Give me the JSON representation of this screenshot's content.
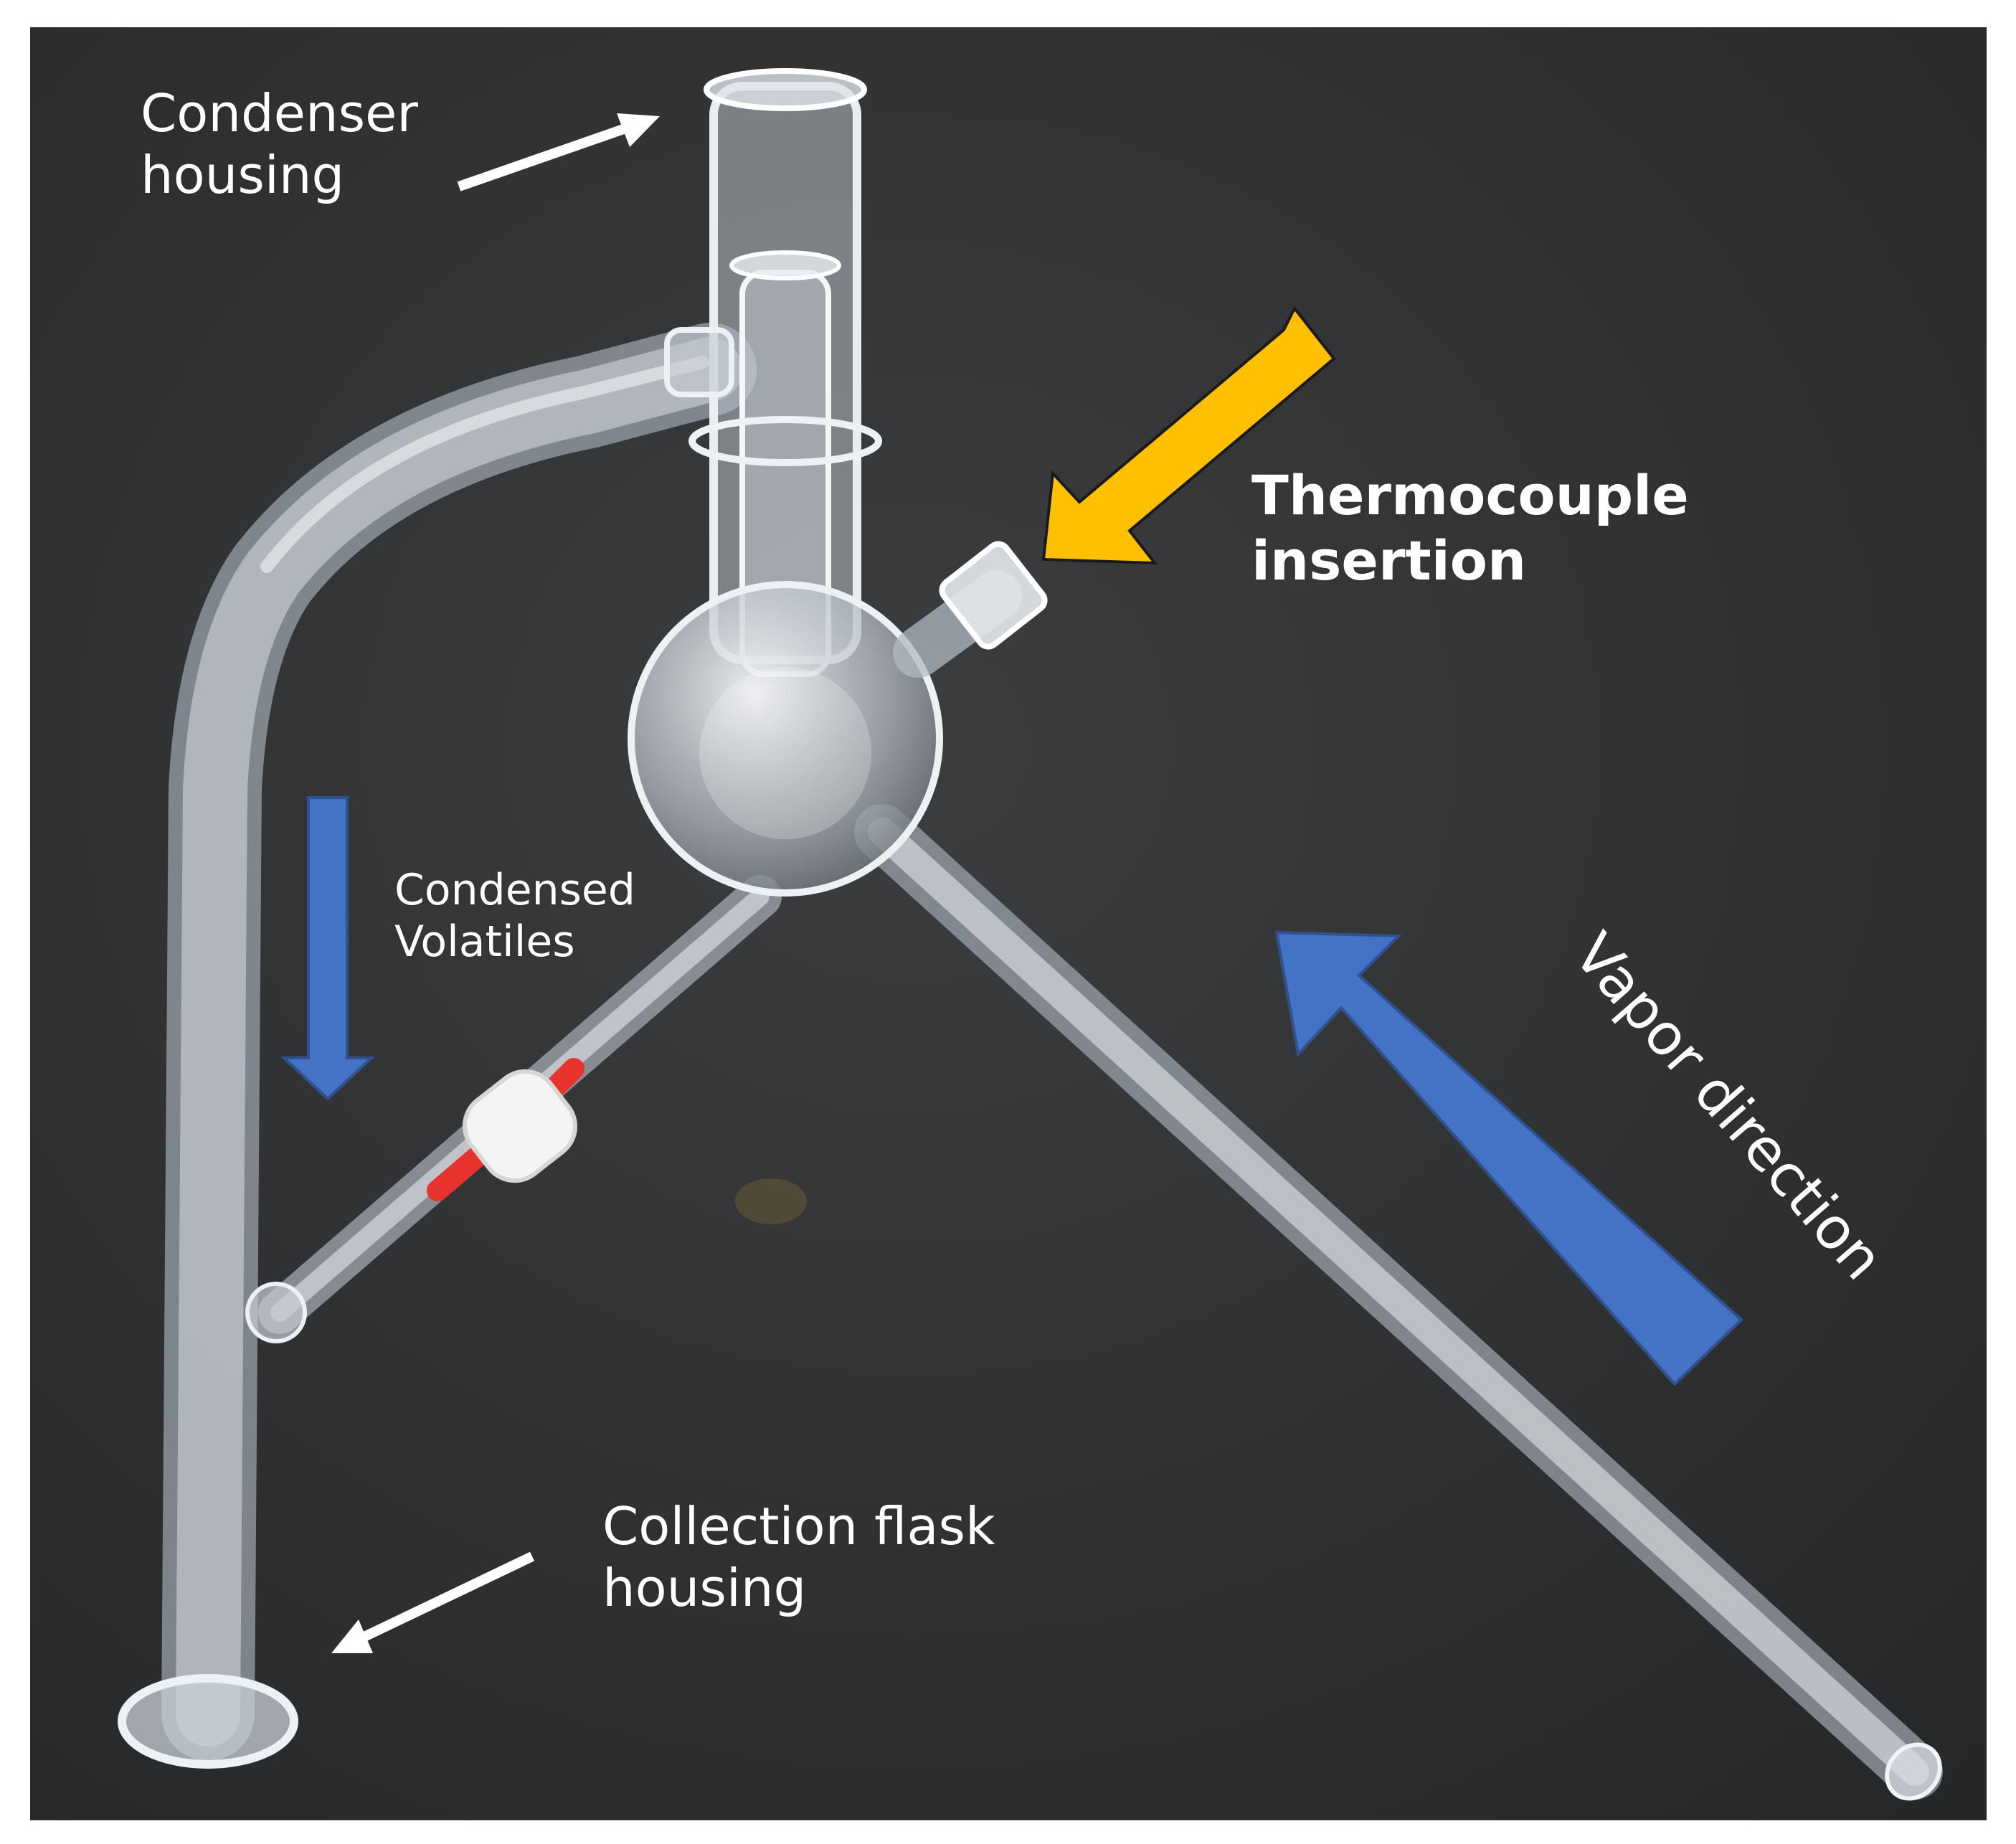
{
  "labels": {
    "condenser": [
      "Condenser",
      "housing"
    ],
    "thermocouple": [
      "Thermocouple",
      "insertion"
    ],
    "condensed": [
      "Condensed",
      "Volatiles"
    ],
    "collection": [
      "Collection flask",
      "housing"
    ],
    "vapor": "Vapor direction"
  },
  "colors": {
    "bench": "#303234",
    "glass": "#dfe4ea",
    "arrow_yellow": "#ffc000",
    "arrow_blue": "#4472c4",
    "arrow_white": "#ffffff",
    "stopcock_red": "#e8322d",
    "stopcock_white": "#f4f4f4"
  }
}
